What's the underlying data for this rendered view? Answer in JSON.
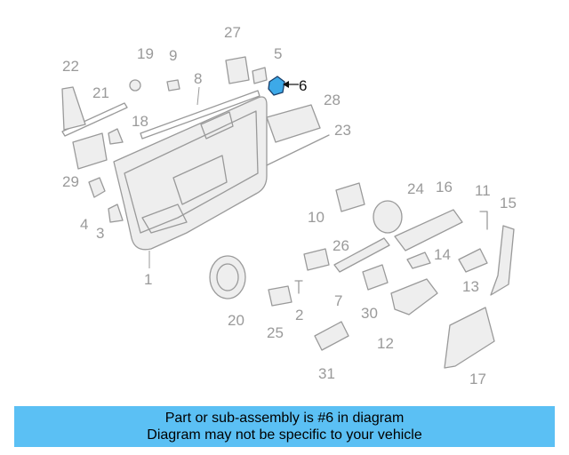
{
  "labels": [
    {
      "id": "1",
      "text": "1"
    },
    {
      "id": "2",
      "text": "2"
    },
    {
      "id": "3",
      "text": "3"
    },
    {
      "id": "4",
      "text": "4"
    },
    {
      "id": "5",
      "text": "5"
    },
    {
      "id": "6",
      "text": "6"
    },
    {
      "id": "7",
      "text": "7"
    },
    {
      "id": "8",
      "text": "8"
    },
    {
      "id": "9",
      "text": "9"
    },
    {
      "id": "10",
      "text": "10"
    },
    {
      "id": "11",
      "text": "11"
    },
    {
      "id": "12",
      "text": "12"
    },
    {
      "id": "13",
      "text": "13"
    },
    {
      "id": "14",
      "text": "14"
    },
    {
      "id": "15",
      "text": "15"
    },
    {
      "id": "16",
      "text": "16"
    },
    {
      "id": "17",
      "text": "17"
    },
    {
      "id": "18",
      "text": "18"
    },
    {
      "id": "19",
      "text": "19"
    },
    {
      "id": "20",
      "text": "20"
    },
    {
      "id": "21",
      "text": "21"
    },
    {
      "id": "22",
      "text": "22"
    },
    {
      "id": "23",
      "text": "23"
    },
    {
      "id": "24",
      "text": "24"
    },
    {
      "id": "25",
      "text": "25"
    },
    {
      "id": "26",
      "text": "26"
    },
    {
      "id": "27",
      "text": "27"
    },
    {
      "id": "28",
      "text": "28"
    },
    {
      "id": "29",
      "text": "29"
    },
    {
      "id": "30",
      "text": "30"
    },
    {
      "id": "31",
      "text": "31"
    }
  ],
  "highlight": {
    "part": "6",
    "color": "#3da9e8"
  },
  "caption": {
    "line1": "Part or sub-assembly is #6 in diagram",
    "line2": "Diagram may not be specific to your vehicle",
    "background": "#5bc0f4"
  }
}
